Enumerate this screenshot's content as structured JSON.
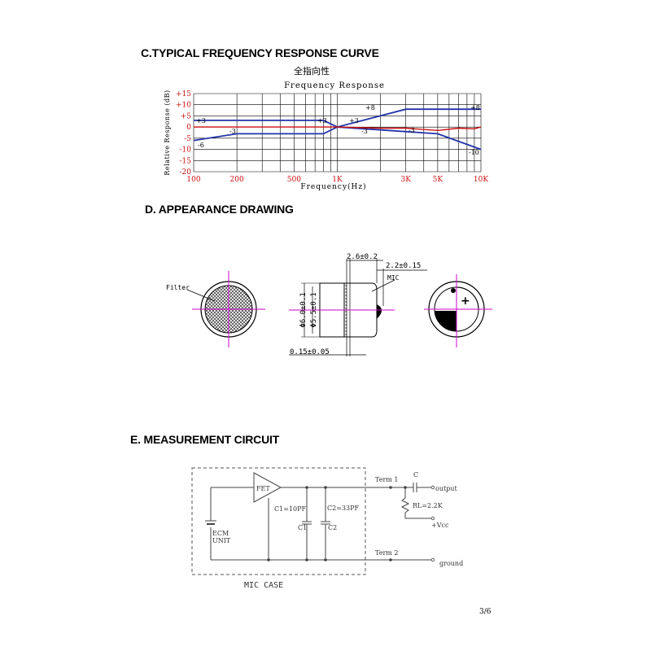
{
  "sections": {
    "c_title": "C.TYPICAL FREQUENCY RESPONSE CURVE",
    "d_title": "D. APPEARANCE DRAWING",
    "e_title": "E.   MEASUREMENT CIRCUIT"
  },
  "chart": {
    "subtitle_cn": "全指向性",
    "title": "Frequency Response",
    "xlabel": "Frequency(Hz)",
    "ylabel": "Relative Response (dB)",
    "ytick_labels": [
      "+15",
      "+10",
      "+5",
      "0",
      "-5",
      "-10",
      "-15",
      "-20"
    ],
    "xtick_labels": [
      "100",
      "200",
      "500",
      "1K",
      "3K",
      "5K",
      "10K"
    ],
    "annotations": {
      "upper_left": "+3",
      "upper_mid": "+3",
      "upper_after": "+3",
      "upper_right_start": "+8",
      "upper_right_end": "+8",
      "lower_left": "-6",
      "lower_mid": "-3",
      "lower_after": "-3",
      "measured_mark": "-3",
      "lower_right_end": "-10"
    },
    "colors": {
      "limits": "#2233aa",
      "measured": "#cc1111",
      "grid": "#000000"
    }
  },
  "chart_data": {
    "type": "line",
    "title": "Frequency Response",
    "xlabel": "Frequency(Hz)",
    "ylabel": "Relative Response (dB)",
    "xscale": "log",
    "xlim": [
      100,
      10000
    ],
    "ylim": [
      -20,
      15
    ],
    "grid": true,
    "series": [
      {
        "x": [
          100,
          200,
          800,
          1000,
          3000,
          10000
        ],
        "y": [
          3,
          3,
          3,
          0,
          8,
          8
        ]
      },
      {
        "x": [
          100,
          200,
          800,
          1000,
          5000,
          10000
        ],
        "y": [
          -6,
          -3,
          -3,
          0,
          -3,
          -10
        ]
      },
      {
        "x": [
          100,
          200,
          500,
          1000,
          2000,
          3000,
          5000,
          7000,
          9000,
          10000
        ],
        "y": [
          0,
          0,
          0,
          0,
          -0.5,
          -0.5,
          -1.5,
          -0.5,
          -0.8,
          0
        ]
      }
    ]
  },
  "appearance": {
    "filter_label": "Filter",
    "dim_top": "2.6±0.2",
    "dim_top2": "2.2±0.15",
    "mic_label": "MIC",
    "dia_outer": "Φ6.0±0.1",
    "dia_inner": "Φ5.5±0.1",
    "dim_bottom": "0.15±0.05",
    "plus": "+"
  },
  "circuit": {
    "fet": "FET",
    "c1_value": "C1=10PF",
    "c2_value": "C2=33PF",
    "c1": "C1",
    "c2": "C2",
    "ecm_line1": "ECM",
    "ecm_line2": "UNIT",
    "term1": "Term 1",
    "term2": "Term 2",
    "c": "C",
    "output": "output",
    "rl": "RL=2.2K",
    "vcc": "+Vcc",
    "ground": "ground",
    "case": "MIC CASE"
  },
  "page": "3/6"
}
